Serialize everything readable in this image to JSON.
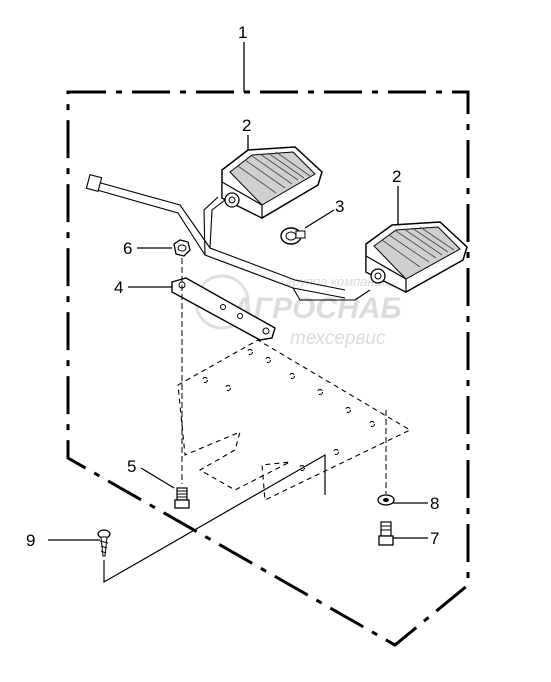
{
  "callouts": {
    "c1": "1",
    "c2a": "2",
    "c2b": "2",
    "c3": "3",
    "c4": "4",
    "c5": "5",
    "c6": "6",
    "c7": "7",
    "c8": "8",
    "c9": "9"
  },
  "watermark": {
    "line1": "группа компаний",
    "line2": "АГРОСНАБ",
    "line3": "техсервис"
  },
  "colors": {
    "line": "#000000",
    "lamp_face": "#cfcfcf",
    "watermark": "#d9d9d9"
  }
}
